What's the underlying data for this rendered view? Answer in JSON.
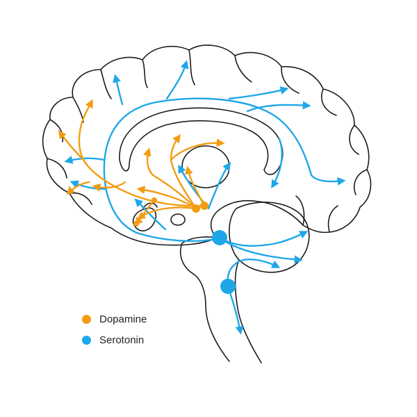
{
  "colors": {
    "dopamine": "#f39c12",
    "serotonin": "#1ea7e8",
    "outline": "#1b1b1b",
    "background": "#ffffff"
  },
  "legend": {
    "items": [
      {
        "label": "Dopamine",
        "color_key": "dopamine"
      },
      {
        "label": "Serotonin",
        "color_key": "serotonin"
      }
    ]
  }
}
